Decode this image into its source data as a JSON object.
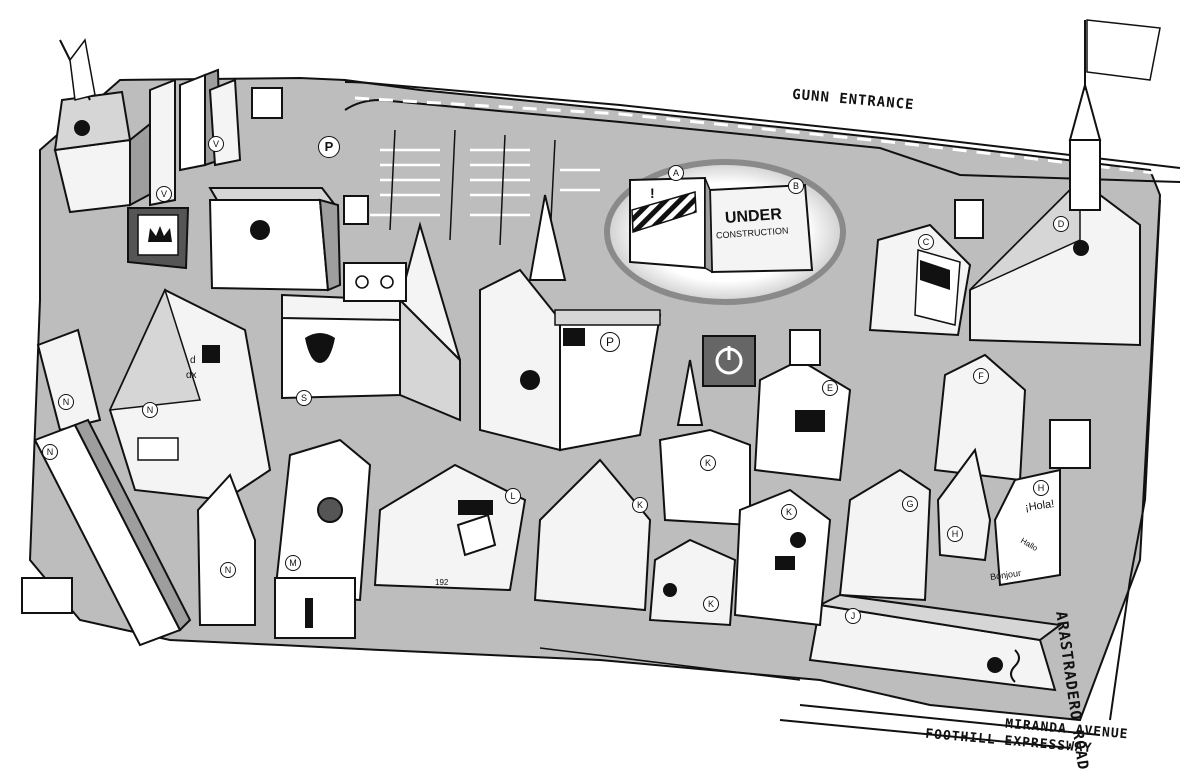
{
  "streets": {
    "gunn_entrance": "GUNN ENTRANCE",
    "arastradero": "ARASTRADERO ROAD",
    "miranda": "MIRANDA AVENUE",
    "foothill": "FOOTHILL EXPRESSWAY"
  },
  "construction": {
    "line1": "UNDER",
    "line2": "CONSTRUCTION",
    "caution_glyph": "!"
  },
  "building_letters": {
    "a": "A",
    "b": "B",
    "c": "C",
    "d": "D",
    "e": "E",
    "f": "F",
    "g": "G",
    "h1": "H",
    "h2": "H",
    "j": "J",
    "k1": "K",
    "k2": "K",
    "k3": "K",
    "k4": "K",
    "l": "L",
    "m": "M",
    "n1": "N",
    "n2": "N",
    "n3": "N",
    "n4": "N",
    "s": "S",
    "v1": "V",
    "v2": "V"
  },
  "parking": {
    "p1": "P",
    "p2": "P"
  },
  "language_signs": {
    "hola": "¡Hola!",
    "hallo": "Hallo",
    "bonjour": "Bonjour"
  },
  "math_sign": {
    "d": "d",
    "dx": "dx"
  },
  "art_tag": {
    "number": "192"
  },
  "icons": [
    "flag-icon",
    "basketball-icon",
    "tennis-icon",
    "crown-icon",
    "weightlifter-icon",
    "bicycle-icon",
    "nike-swoosh-icon",
    "theater-masks-icon",
    "trumpet-icon",
    "museum-icon",
    "head-profile-icon",
    "dining-icon",
    "power-icon",
    "telescope-icon",
    "teacher-icon",
    "car-icon",
    "cube-icon",
    "book-glasses-icon",
    "calculus-icon",
    "globe-icon",
    "scales-icon",
    "chef-icon",
    "lab-flask-icon",
    "dna-icon",
    "reading-icon",
    "woman-profile-icon",
    "us-flag-icon",
    "janitor-icon",
    "caution-icon"
  ],
  "colors": {
    "ground": "#bdbdbd",
    "roof_light": "#f4f4f4",
    "roof_mid": "#d6d6d6",
    "roof_dark": "#9e9e9e",
    "ink": "#111111",
    "construction_glow": "#d9d9d9"
  }
}
